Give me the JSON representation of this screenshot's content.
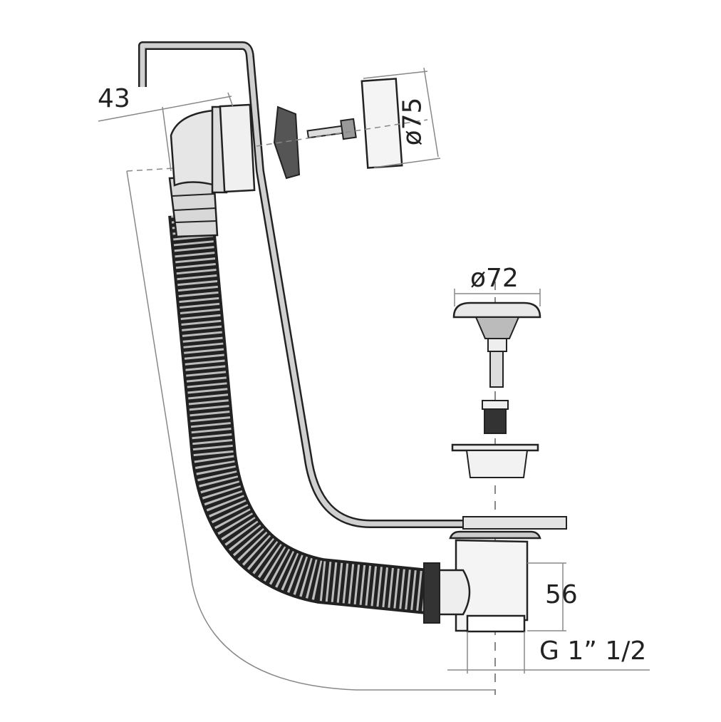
{
  "dimensions": {
    "overflow_depth": "43",
    "overflow_cover_diameter": "ø75",
    "waste_cap_diameter": "ø72",
    "waste_body_height": "56",
    "thread_size": "G 1” 1/2"
  },
  "colors": {
    "line": "#222222",
    "part_fill": "#c8c8c8",
    "dim_line": "#888888"
  }
}
